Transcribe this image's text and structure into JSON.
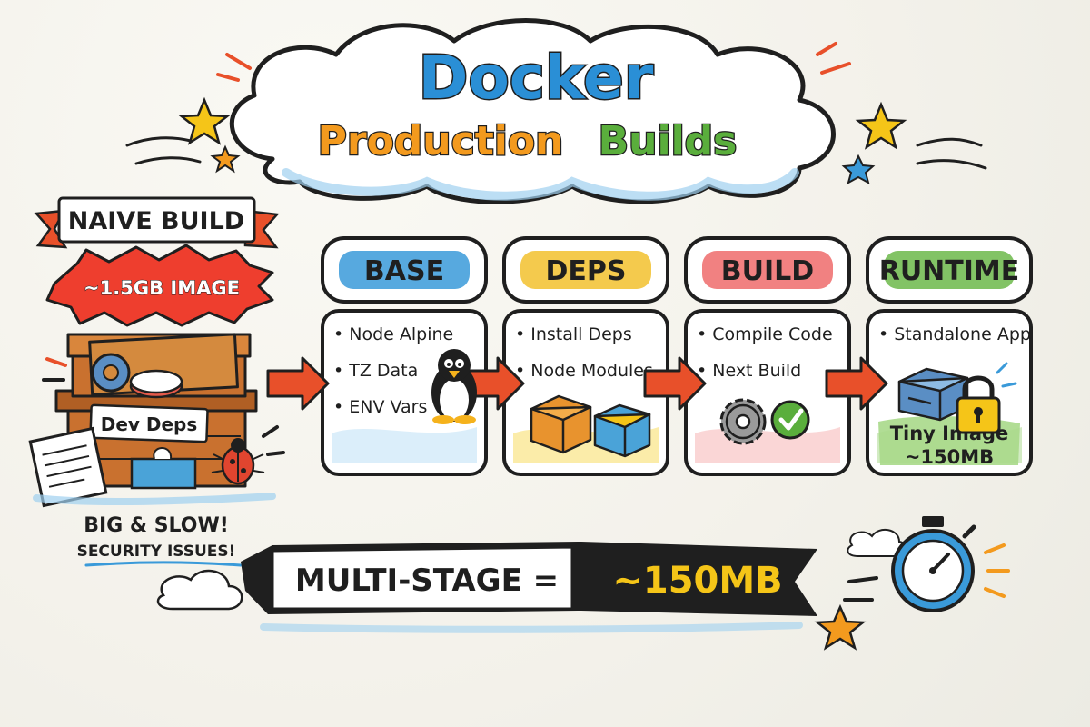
{
  "title": {
    "line1": "Docker",
    "line2_a": "Production",
    "line2_b": "Builds"
  },
  "naive": {
    "banner": "NAIVE BUILD",
    "burst": "~1.5GB IMAGE",
    "box_label": "Dev Deps",
    "warning_line1": "BIG & SLOW!",
    "warning_line2": "SECURITY ISSUES!"
  },
  "stages": [
    {
      "name": "BASE",
      "items": [
        "Node Alpine",
        "TZ Data",
        "ENV Vars"
      ]
    },
    {
      "name": "DEPS",
      "items": [
        "Install Deps",
        "Node Modules"
      ]
    },
    {
      "name": "BUILD",
      "items": [
        "Compile Code",
        "Next Build"
      ]
    },
    {
      "name": "RUNTIME",
      "items": [
        "Standalone App"
      ],
      "result_line1": "Tiny Image",
      "result_line2": "~150MB"
    }
  ],
  "summary": {
    "left": "MULTI-STAGE =",
    "right": "~150MB"
  },
  "colors": {
    "base": "#3a9ad9",
    "deps": "#f2c12e",
    "build": "#ee6b6b",
    "runtime": "#6cb94a",
    "ink": "#1f1f1f",
    "arrow": "#e8502a",
    "title_blue": "#2a8fd6",
    "title_orange": "#f39a1e",
    "title_green": "#5aae3c"
  }
}
